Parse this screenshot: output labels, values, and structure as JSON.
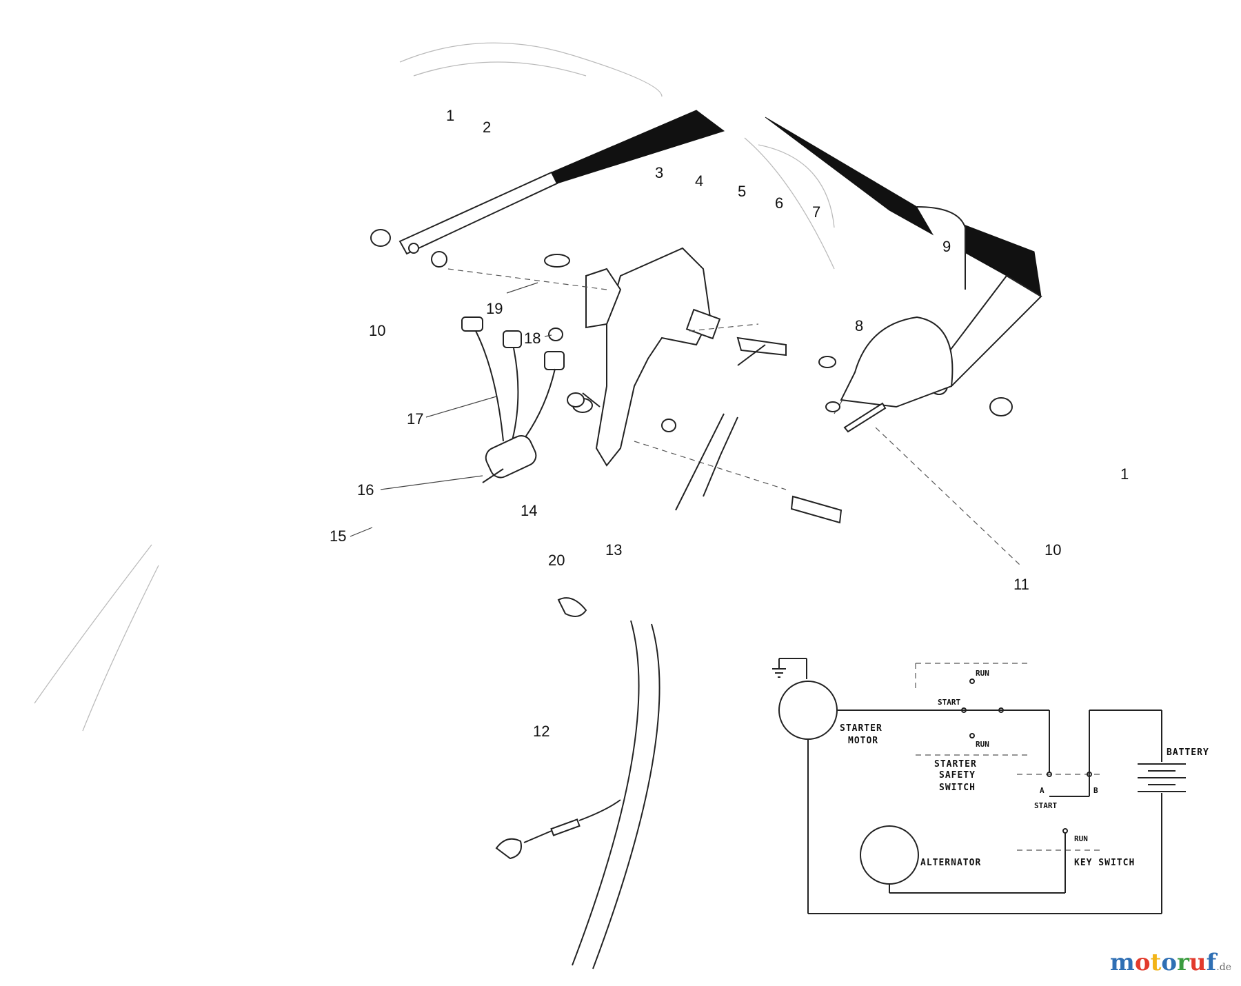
{
  "callouts": {
    "c1a": "1",
    "c2": "2",
    "c3": "3",
    "c4": "4",
    "c5": "5",
    "c6": "6",
    "c7": "7",
    "c8": "8",
    "c9": "9",
    "c10a": "10",
    "c10b": "10",
    "c1b": "1",
    "c11": "11",
    "c12": "12",
    "c13": "13",
    "c14": "14",
    "c15": "15",
    "c16": "16",
    "c17": "17",
    "c18": "18",
    "c19": "19",
    "c20": "20"
  },
  "wiring": {
    "run_top": "RUN",
    "start": "START",
    "run_mid": "RUN",
    "starter_motor_1": "STARTER",
    "starter_motor_2": "MOTOR",
    "safety_1": "STARTER",
    "safety_2": "SAFETY",
    "safety_3": "SWITCH",
    "terminal_a": "A",
    "terminal_b": "B",
    "start_bottom": "START",
    "run_key": "RUN",
    "key_switch": "KEY SWITCH",
    "alternator": "ALTERNATOR",
    "battery": "BATTERY"
  },
  "watermark": {
    "letters": [
      "m",
      "o",
      "t",
      "o",
      "r",
      "u",
      "f"
    ],
    "colors": [
      "#2f6fb4",
      "#e23a2c",
      "#f2b418",
      "#2f6fb4",
      "#3a9c3f",
      "#e23a2c",
      "#2f6fb4"
    ],
    "domain": ".de"
  }
}
